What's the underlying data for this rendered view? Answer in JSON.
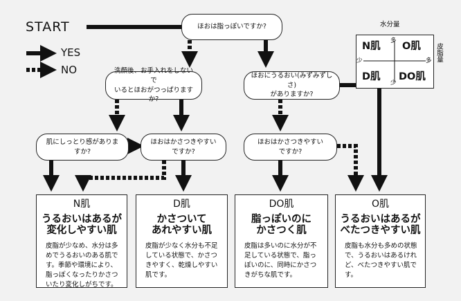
{
  "start_label": "START",
  "legend": {
    "yes": "YES",
    "no": "NO"
  },
  "questions": {
    "q1": "ほおは脂っぽいですか?",
    "q2": "洗顔後、お手入れをしないで\nいるとほおがつっぱりますか?",
    "q3": "ほおにうるおい(みずみずしさ)\nがありますか?",
    "q4": "肌にしっとり感がありま\nすか?",
    "q5": "ほおはかさつきやすい\nですか?",
    "q6": "ほおはかさつきやすい\nですか?"
  },
  "results": [
    {
      "title": "N肌",
      "subtitle": "うるおいはあるが\n変化しやすい肌",
      "body": "皮脂が少なめ、水分は多\nめでうるおいのある肌で\nす。季節や環境により、\n脂っぽくなったりかさつ\nいたり変化しがちです。"
    },
    {
      "title": "D肌",
      "subtitle": "かさついて\nあれやすい肌",
      "body": "皮脂が少なく水分も不足\nしている状態で、かさつ\nきやすく、乾燥しやすい\n肌です。"
    },
    {
      "title": "DO肌",
      "subtitle": "脂っぽいのに\nかさつく肌",
      "body": "皮脂は多いのに水分が不\n足している状態で、脂っ\nぽいのに、同時にかさつ\nきがちな肌です。"
    },
    {
      "title": "O肌",
      "subtitle": "うるおいはあるが\nべたつきやすい肌",
      "body": "皮脂も水分も多めの状態\nで、うるおいはあるけれ\nど、べたつきやすい肌で\nす。"
    }
  ],
  "quadrant": {
    "water_label": "水分量",
    "sebum_label": "皮脂量",
    "tl": "N肌",
    "tr": "O肌",
    "bl": "D肌",
    "br": "DO肌",
    "top": "多",
    "bottom": "少",
    "left": "少",
    "right": "多"
  }
}
